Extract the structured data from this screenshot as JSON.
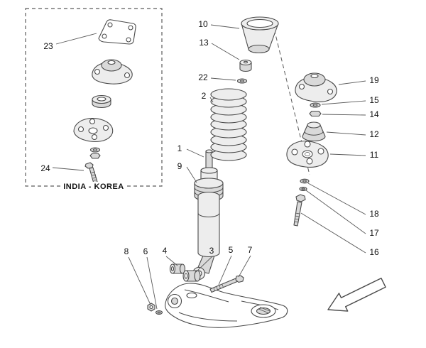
{
  "figure": {
    "inset_caption": "INDIA - KOREA"
  },
  "callouts": {
    "c1": "1",
    "c2": "2",
    "c3": "3",
    "c4": "4",
    "c5": "5",
    "c6": "6",
    "c7": "7",
    "c8": "8",
    "c9": "9",
    "c10": "10",
    "c11": "11",
    "c12": "12",
    "c13": "13",
    "c14": "14",
    "c15": "15",
    "c16": "16",
    "c17": "17",
    "c18": "18",
    "c19": "19",
    "c22": "22",
    "c23": "23",
    "c24": "24"
  },
  "colors": {
    "line": "#4a4a4a",
    "background": "#ffffff",
    "fill_light": "#ededed",
    "fill_mid": "#d9d9d9"
  }
}
